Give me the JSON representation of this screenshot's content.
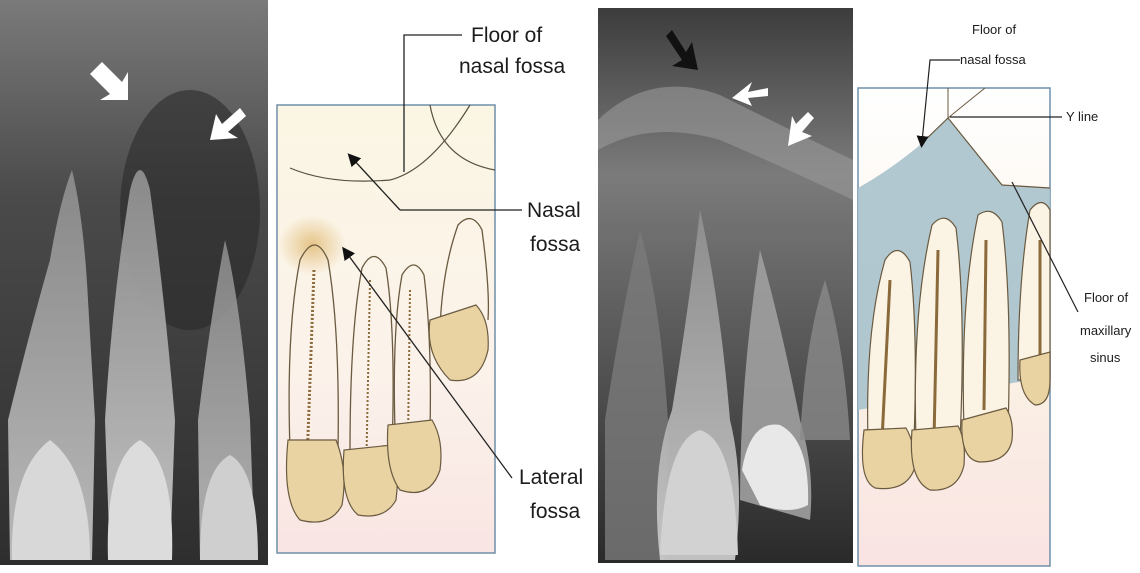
{
  "figure": {
    "left": {
      "labels": {
        "floor_nasal_fossa_line1": "Floor of",
        "floor_nasal_fossa_line2": "nasal fossa",
        "nasal_fossa_line1": "Nasal",
        "nasal_fossa_line2": "fossa",
        "lateral_fossa_line1": "Lateral",
        "lateral_fossa_line2": "fossa"
      }
    },
    "right": {
      "labels": {
        "floor_nasal_fossa_line1": "Floor of",
        "floor_nasal_fossa_line2": "nasal fossa",
        "y_line": "Y line",
        "floor_max_sinus_line1": "Floor of",
        "floor_max_sinus_line2": "maxillary",
        "floor_max_sinus_line3": "sinus"
      }
    },
    "colors": {
      "diagram_border": "#6f8fa8",
      "tooth_fill": "#e9d3a3",
      "sinus_fill": "#a9c2cc",
      "background_tint": "#fbf6e9"
    }
  }
}
